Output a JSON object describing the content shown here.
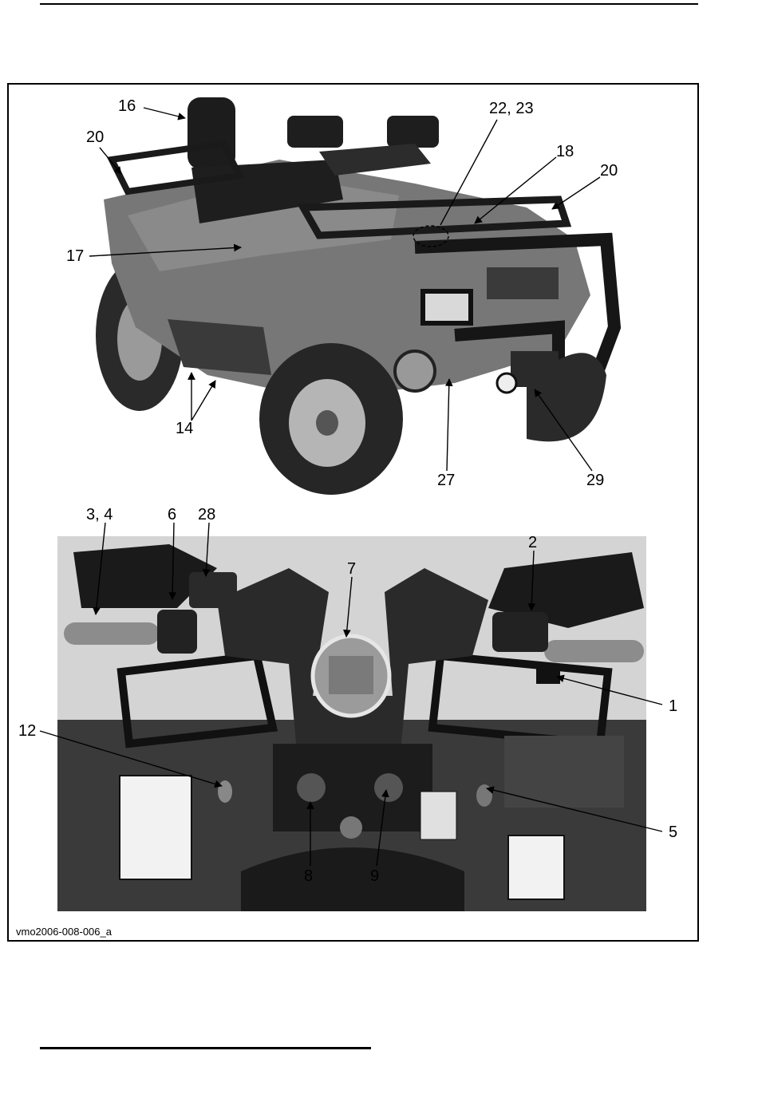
{
  "figure": {
    "caption": "vmo2006-008-006_a",
    "callouts": {
      "c16": "16",
      "c20a": "20",
      "c17": "17",
      "c14": "14",
      "c2223": "22, 23",
      "c18": "18",
      "c20b": "20",
      "c27": "27",
      "c29": "29",
      "c34": "3, 4",
      "c6": "6",
      "c28": "28",
      "c2": "2",
      "c7": "7",
      "c1": "1",
      "c12": "12",
      "c5": "5",
      "c8": "8",
      "c9": "9"
    }
  },
  "colors": {
    "ink": "#000000",
    "photo_dark": "#1a1a1a",
    "photo_mid": "#6e6e6e",
    "photo_light": "#bdbdbd"
  },
  "icons": [
    "atv-photo",
    "handlebar-photo"
  ]
}
